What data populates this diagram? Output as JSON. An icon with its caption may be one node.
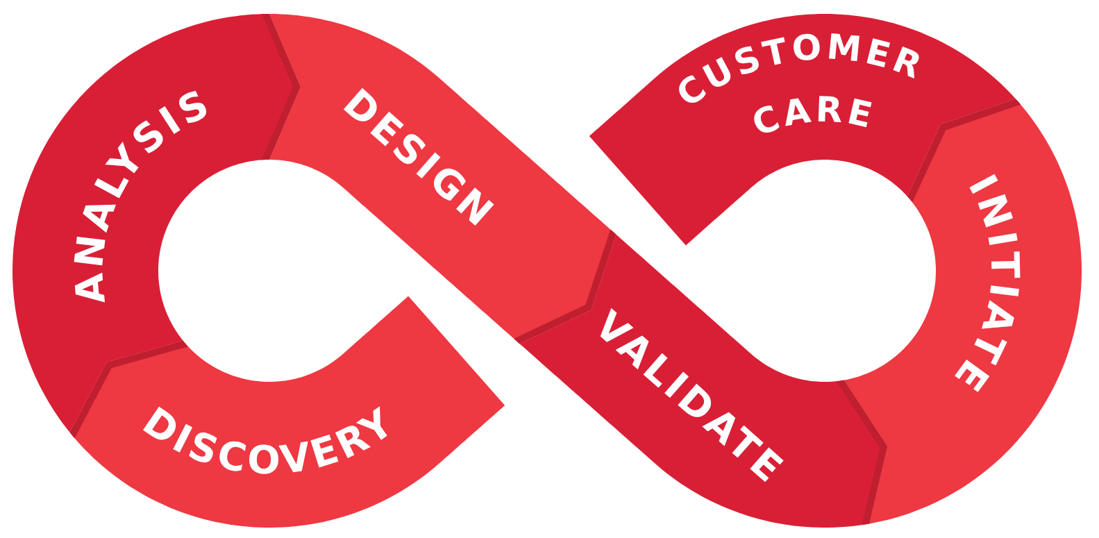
{
  "diagram": {
    "nodes": [
      {
        "text": [
          "ANALYSIS"
        ]
      },
      {
        "text": [
          "DESIGN"
        ]
      },
      {
        "text": [
          "CUSTOMER CARE"
        ]
      },
      {
        "text": [
          "INITIATE"
        ]
      },
      {
        "text": [
          "VALIDATE"
        ]
      },
      {
        "text": [
          "DISCOVERY"
        ]
      }
    ]
  }
}
